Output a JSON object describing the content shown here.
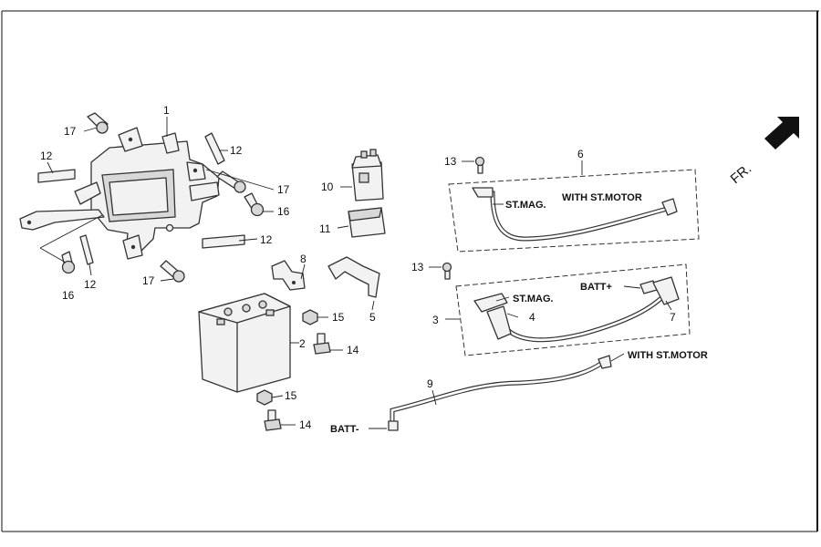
{
  "callouts": {
    "c1": "1",
    "c2": "2",
    "c3": "3",
    "c4": "4",
    "c5": "5",
    "c6": "6",
    "c7": "7",
    "c8": "8",
    "c9": "9",
    "c10": "10",
    "c11": "11",
    "c12a": "12",
    "c12b": "12",
    "c12c": "12",
    "c12d": "12",
    "c13a": "13",
    "c13b": "13",
    "c14a": "14",
    "c14b": "14",
    "c15a": "15",
    "c15b": "15",
    "c16a": "16",
    "c16b": "16",
    "c17a": "17",
    "c17b": "17",
    "c17c": "17"
  },
  "labels": {
    "st_mag_1": "ST.MAG.",
    "with_st_motor_1": "WITH ST.MOTOR",
    "st_mag_2": "ST.MAG.",
    "batt_plus": "BATT+",
    "with_st_motor_2": "WITH ST.MOTOR",
    "batt_minus": "BATT-",
    "direction": "FR."
  },
  "icons": {
    "direction_arrow": "arrow-up-right-icon"
  }
}
